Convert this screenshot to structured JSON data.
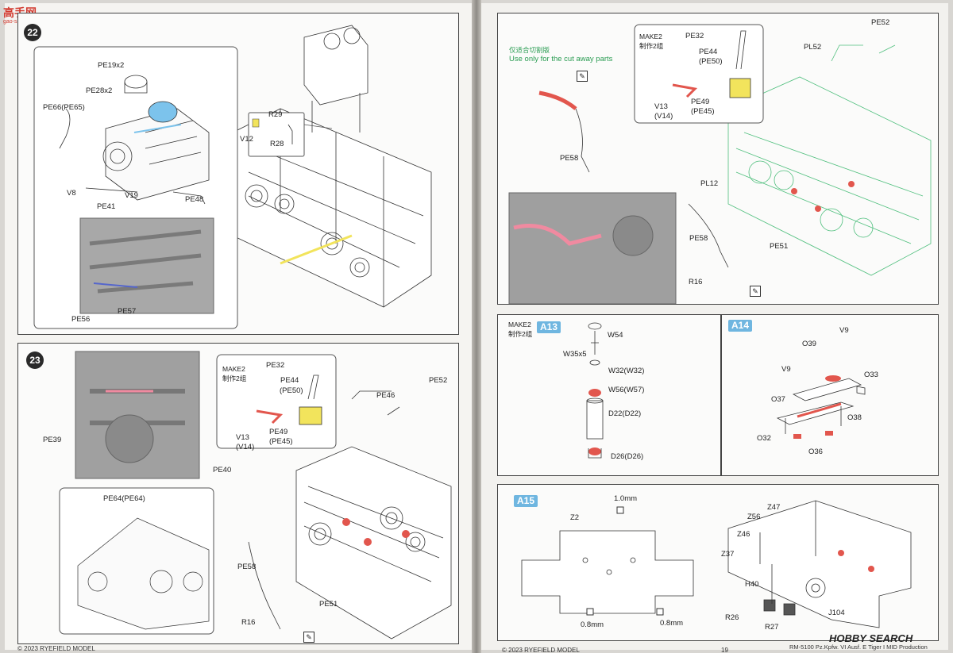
{
  "watermark": {
    "site_cn": "高手网",
    "site_url": "gao-shou.com"
  },
  "step22": {
    "number": "22",
    "labels": [
      "PE19x2",
      "PE28x2",
      "PE66(PE65)",
      "V8",
      "V19",
      "PE41",
      "PE48",
      "PE56",
      "PE57",
      "R29",
      "V12",
      "R28"
    ]
  },
  "step23": {
    "number": "23",
    "make": "MAKE2",
    "make_cn": "制作2组",
    "labels": [
      "PE39",
      "PE40",
      "PE32",
      "PE44",
      "(PE50)",
      "V13",
      "(V14)",
      "PE49",
      "(PE45)",
      "PE46",
      "PE52",
      "PE64(PE64)",
      "PE58",
      "PE51",
      "R16"
    ]
  },
  "step_right_top": {
    "note_cn": "仅适合切割版",
    "note_en": "Use only for the cut away parts",
    "make": "MAKE2",
    "make_cn": "制作2组",
    "labels": [
      "PE32",
      "PE44",
      "(PE50)",
      "V13",
      "(V14)",
      "PE49",
      "(PE45)",
      "PE52",
      "PL52",
      "PE58",
      "PL12",
      "PE58",
      "PE51",
      "R16"
    ]
  },
  "a13": {
    "tag": "A13",
    "make": "MAKE2",
    "make_cn": "制作2组",
    "labels": [
      "W54",
      "W35x5",
      "W32(W32)",
      "W56(W57)",
      "D22(D22)",
      "D26(D26)"
    ]
  },
  "a14": {
    "tag": "A14",
    "labels": [
      "O39",
      "V9",
      "V9",
      "O33",
      "O37",
      "O38",
      "O32",
      "O36"
    ]
  },
  "a15": {
    "tag": "A15",
    "labels": [
      "1.0mm",
      "Z2",
      "0.8mm",
      "0.8mm",
      "Z56",
      "Z47",
      "Z46",
      "Z37",
      "H40",
      "R26",
      "R27",
      "J104"
    ]
  },
  "footer": {
    "left_copyright": "© 2023 RYEFIELD MODEL",
    "right_copyright": "© 2023 RYEFIELD MODEL",
    "page_right_number": "19",
    "right_title": "RM-5100 Pz.Kpfw. VI Ausf. E Tiger I MID Production",
    "hobby_search": "HOBBY SEARCH"
  },
  "colors": {
    "red_part": "#e2564d",
    "yellow_part": "#f2e45c",
    "blue_part": "#7cc3ec",
    "green_line": "#4fbf7d",
    "pink_part": "#f08aa0",
    "tag_blue": "#6fb6e0"
  }
}
